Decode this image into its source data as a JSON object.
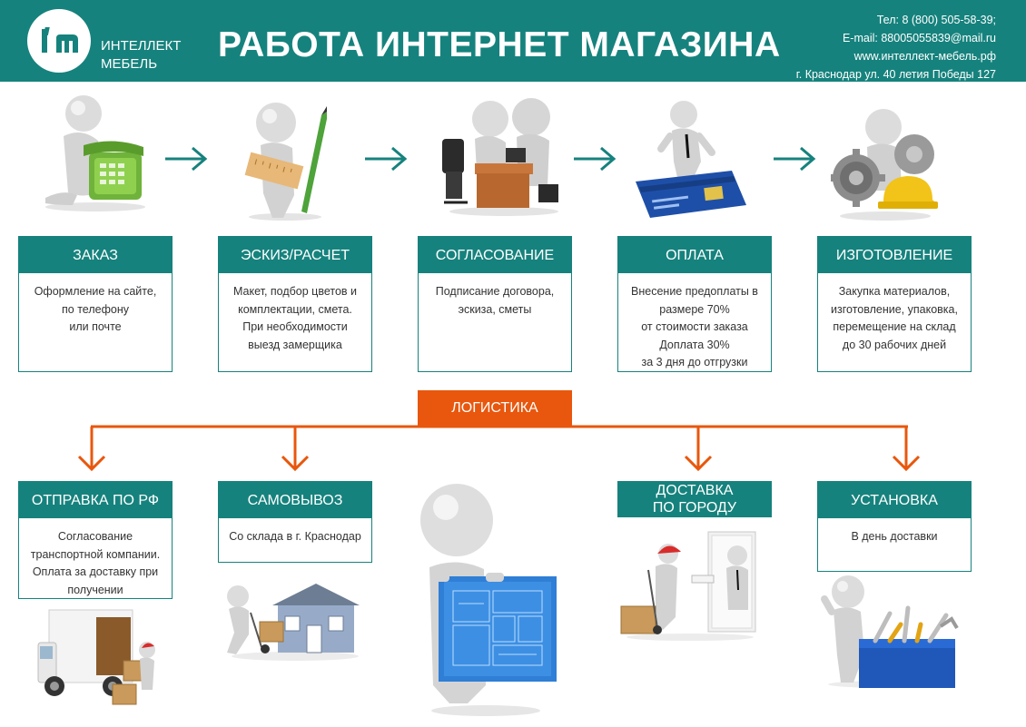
{
  "header": {
    "brand_line1": "ИНТЕЛЛЕКТ",
    "brand_line2": "МЕБЕЛЬ",
    "title": "РАБОТА ИНТЕРНЕТ МАГАЗИНА",
    "phone": "Тел: 8 (800) 505-58-39;",
    "email": "E-mail: 88005055839@mail.ru",
    "site": "www.интеллект-мебель.рф",
    "address": "г. Краснодар ул. 40 летия Победы 127"
  },
  "steps": [
    {
      "title": "ЗАКАЗ",
      "text": "Оформление на сайте,\nпо телефону\nили почте"
    },
    {
      "title": "ЭСКИЗ/РАСЧЕТ",
      "text": "Макет, подбор цветов и\nкомплектации, смета.\nПри необходимости\nвыезд замерщика"
    },
    {
      "title": "СОГЛАСОВАНИЕ",
      "text": "Подписание договора,\nэскиза, сметы"
    },
    {
      "title": "ОПЛАТА",
      "text": "Внесение предоплаты в\nразмере 70%\nот стоимости заказа\nДоплата 30%\nза 3 дня до отгрузки"
    },
    {
      "title": "ИЗГОТОВЛЕНИЕ",
      "text": "Закупка материалов,\nизготовление, упаковка,\nперемещение на склад\nдо 30 рабочих дней"
    }
  ],
  "logistics": {
    "label": "ЛОГИСТИКА",
    "options": [
      {
        "title": "ОТПРАВКА ПО РФ",
        "text": "Согласование\nтранспортной компании.\nОплата за доставку при\nполучении"
      },
      {
        "title": "САМОВЫВОЗ",
        "text": "Со склада в г. Краснодар"
      },
      {
        "title": "ДОСТАВКА\nПО ГОРОДУ",
        "text": ""
      },
      {
        "title": "УСТАНОВКА",
        "text": "В день доставки"
      }
    ]
  },
  "colors": {
    "teal": "#16827d",
    "orange": "#e8570d",
    "white": "#ffffff"
  }
}
